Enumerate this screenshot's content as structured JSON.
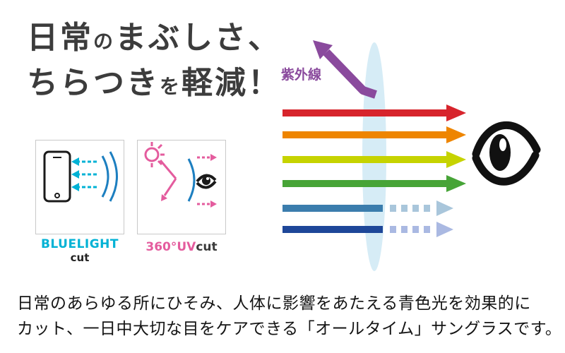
{
  "headline": {
    "part1": "日常",
    "part2": "の",
    "part3": "まぶしさ、",
    "part4": "ちらつき",
    "part5": "を",
    "part6": "軽減！"
  },
  "badges": {
    "bluelight": {
      "label_main": "BLUELIGHT",
      "label_sub": "cut",
      "color": "#00b2d5"
    },
    "uv": {
      "label_main": "360°UV",
      "label_sub": "cut",
      "color": "#e45c9e"
    },
    "lens_arc_color": "#1d7fc0",
    "icon_ink": "#1a1a1a"
  },
  "diagram": {
    "uv_label": "紫外線",
    "uv_color": "#8a4a9d",
    "lens_fill": "#d6ecf6",
    "lens_stroke": "#bfe1ef",
    "eye_color": "#111111",
    "rays": [
      {
        "name": "red",
        "color": "#d7242c",
        "blocked": false
      },
      {
        "name": "orange",
        "color": "#ee8500",
        "blocked": false
      },
      {
        "name": "yellow-green",
        "color": "#c6d300",
        "blocked": false
      },
      {
        "name": "green",
        "color": "#47a437",
        "blocked": false
      },
      {
        "name": "steel-blue",
        "color": "#3b7dad",
        "blocked": true,
        "faded": "#a9c6db"
      },
      {
        "name": "navy",
        "color": "#1e4799",
        "blocked": true,
        "faded": "#aab9e2"
      }
    ]
  },
  "description": {
    "line1": "日常のあらゆる所にひそみ、人体に影響をあたえる青色光を効果的に",
    "line2": "カット、一日中大切な目をケアできる「オールタイム」サングラスです。"
  }
}
